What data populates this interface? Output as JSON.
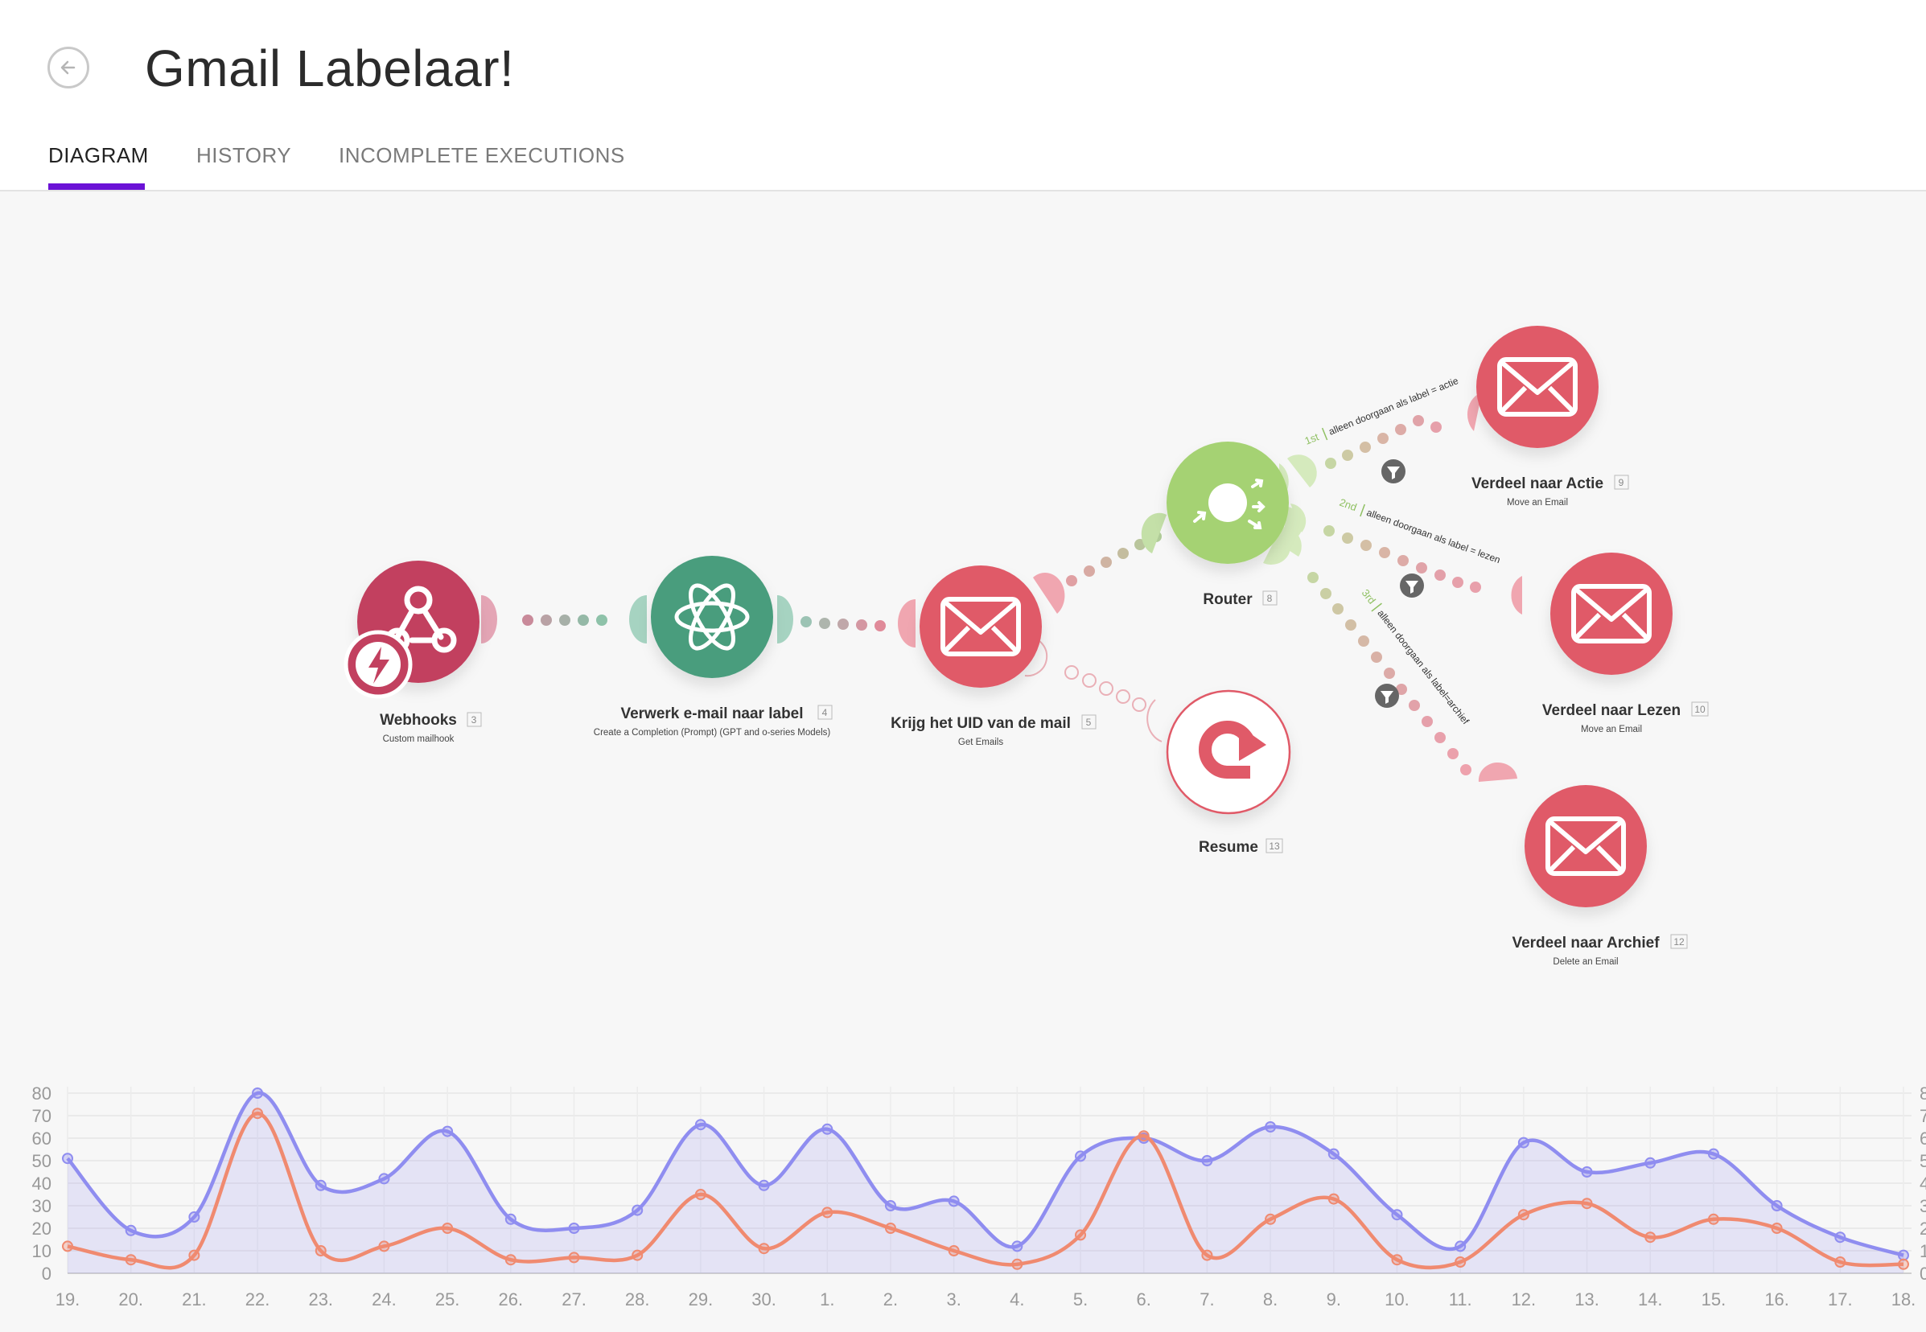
{
  "header": {
    "title": "Gmail Labelaar!",
    "tabs": [
      {
        "label": "DIAGRAM",
        "active": true
      },
      {
        "label": "HISTORY",
        "active": false
      },
      {
        "label": "INCOMPLETE EXECUTIONS",
        "active": false
      }
    ]
  },
  "modules": [
    {
      "name": "Webhooks",
      "id": "3",
      "subtitle": "Custom mailhook",
      "icon": "webhook-icon",
      "color": "#c2405f"
    },
    {
      "name": "Verwerk e-mail naar label",
      "id": "4",
      "subtitle": "Create a Completion (Prompt) (GPT and o-series Models)",
      "icon": "openai-icon",
      "color": "#4a9d7d"
    },
    {
      "name": "Krijg het UID van de mail",
      "id": "5",
      "subtitle": "Get Emails",
      "icon": "email-icon",
      "color": "#e05a68"
    },
    {
      "name": "Router",
      "id": "8",
      "subtitle": "",
      "icon": "router-icon",
      "color": "#a5d273"
    },
    {
      "name": "Resume",
      "id": "13",
      "subtitle": "",
      "icon": "resume-icon",
      "color": "#e05a68"
    },
    {
      "name": "Verdeel naar Actie",
      "id": "9",
      "subtitle": "Move an Email",
      "icon": "email-icon",
      "color": "#e05a68"
    },
    {
      "name": "Verdeel naar Lezen",
      "id": "10",
      "subtitle": "Move an Email",
      "icon": "email-icon",
      "color": "#e05a68"
    },
    {
      "name": "Verdeel naar Archief",
      "id": "12",
      "subtitle": "Delete an Email",
      "icon": "email-icon",
      "color": "#e05a68"
    }
  ],
  "routes": [
    {
      "order": "1st",
      "label": "alleen doorgaan als label = actie"
    },
    {
      "order": "2nd",
      "label": "alleen doorgaan als label = lezen"
    },
    {
      "order": "3rd",
      "label": "alleen doorgaan als label=archief"
    }
  ],
  "chart_data": {
    "type": "line",
    "categories": [
      "19.",
      "20.",
      "21.",
      "22.",
      "23.",
      "24.",
      "25.",
      "26.",
      "27.",
      "28.",
      "29.",
      "30.",
      "1.",
      "2.",
      "3.",
      "4.",
      "5.",
      "6.",
      "7.",
      "8.",
      "9.",
      "10.",
      "11.",
      "12.",
      "13.",
      "14.",
      "15.",
      "16.",
      "17.",
      "18."
    ],
    "series": [
      {
        "values": [
          51,
          19,
          25,
          80,
          39,
          42,
          63,
          24,
          20,
          28,
          66,
          39,
          64,
          30,
          32,
          12,
          52,
          60,
          50,
          65,
          53,
          26,
          12,
          58,
          45,
          49,
          53,
          30,
          16,
          8
        ],
        "color": "#8f8df0"
      },
      {
        "values": [
          12,
          6,
          8,
          71,
          10,
          12,
          20,
          6,
          7,
          8,
          35,
          11,
          27,
          20,
          10,
          4,
          17,
          61,
          8,
          24,
          33,
          6,
          5,
          26,
          31,
          16,
          24,
          20,
          5,
          4
        ],
        "color": "#f08a70"
      }
    ],
    "yticks": [
      0,
      10,
      20,
      30,
      40,
      50,
      60,
      70,
      80
    ],
    "ylim": [
      0,
      80
    ],
    "grid": true
  }
}
